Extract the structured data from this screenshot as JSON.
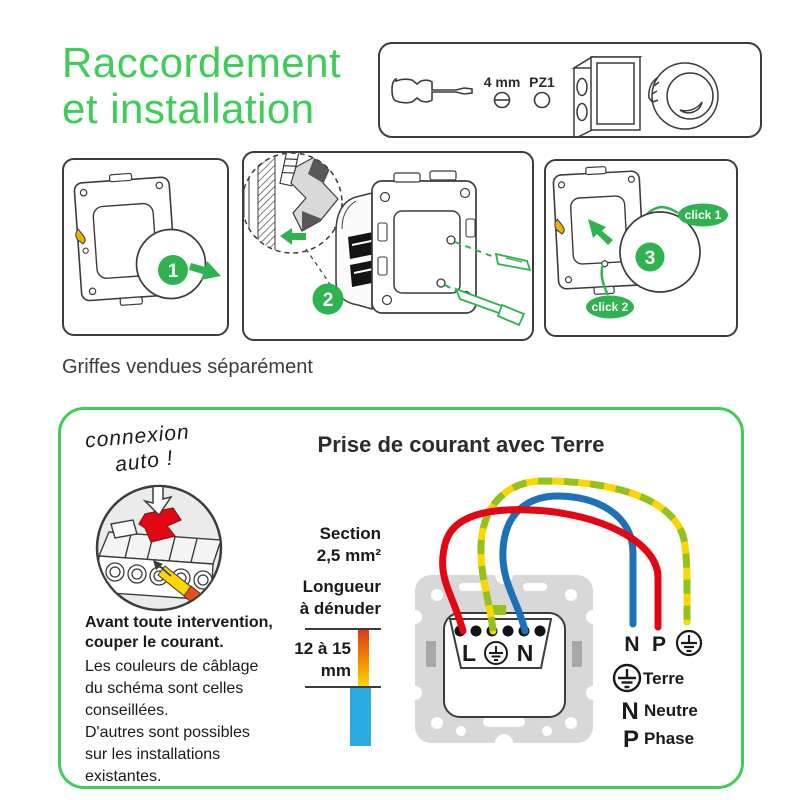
{
  "header": {
    "title_line1": "Raccordement",
    "title_line2": "et installation"
  },
  "tools": {
    "screwdriver_icon": "flat-screwdriver",
    "screwdriver_size": "4 mm",
    "screw_head_icon": "slotted-screw-head",
    "screw_type": "PZ1",
    "pozidriv_icon": "pozidriv-screw-head",
    "box_icon": "flush-mounting-box",
    "ring_icon": "finishing-ring"
  },
  "steps": {
    "step1": "1",
    "step2": "2",
    "step3": "3",
    "click1": "click 1",
    "click2": "click 2"
  },
  "note": "Griffes vendues séparément",
  "panel": {
    "handwritten_line1": "connexion",
    "handwritten_line2": "auto !",
    "heading": "Prise de courant avec Terre",
    "warning_line1": "Avant toute intervention,",
    "warning_line2": "couper le courant.",
    "info_lines": [
      "Les couleurs de câblage",
      "du schéma sont celles",
      "conseillées.",
      "D'autres sont possibles",
      "sur les installations",
      "existantes."
    ],
    "section_label": "Section",
    "section_value": "2,5 mm²",
    "strip_label1": "Longueur",
    "strip_label2": "à dénuder",
    "strip_len1": "12 à 15",
    "strip_len2": "mm",
    "terminal_L": "L",
    "terminal_N": "N",
    "wire_label_N": "N",
    "wire_label_P": "P",
    "legend": {
      "terre_symbol": "earth-ground",
      "terre": "Terre",
      "neutre_symbol": "N",
      "neutre": "Neutre",
      "phase_symbol": "P",
      "phase": "Phase"
    }
  },
  "colors": {
    "brand_green": "#3dcd58",
    "action_green": "#2eb350",
    "wire_red": "#e30613",
    "wire_blue": "#1d71b8",
    "wire_yellow": "#ffd500",
    "wire_green_stripe": "#95c11f",
    "insulation_blue": "#29abe2",
    "outline_dark": "#3c3c3b"
  }
}
